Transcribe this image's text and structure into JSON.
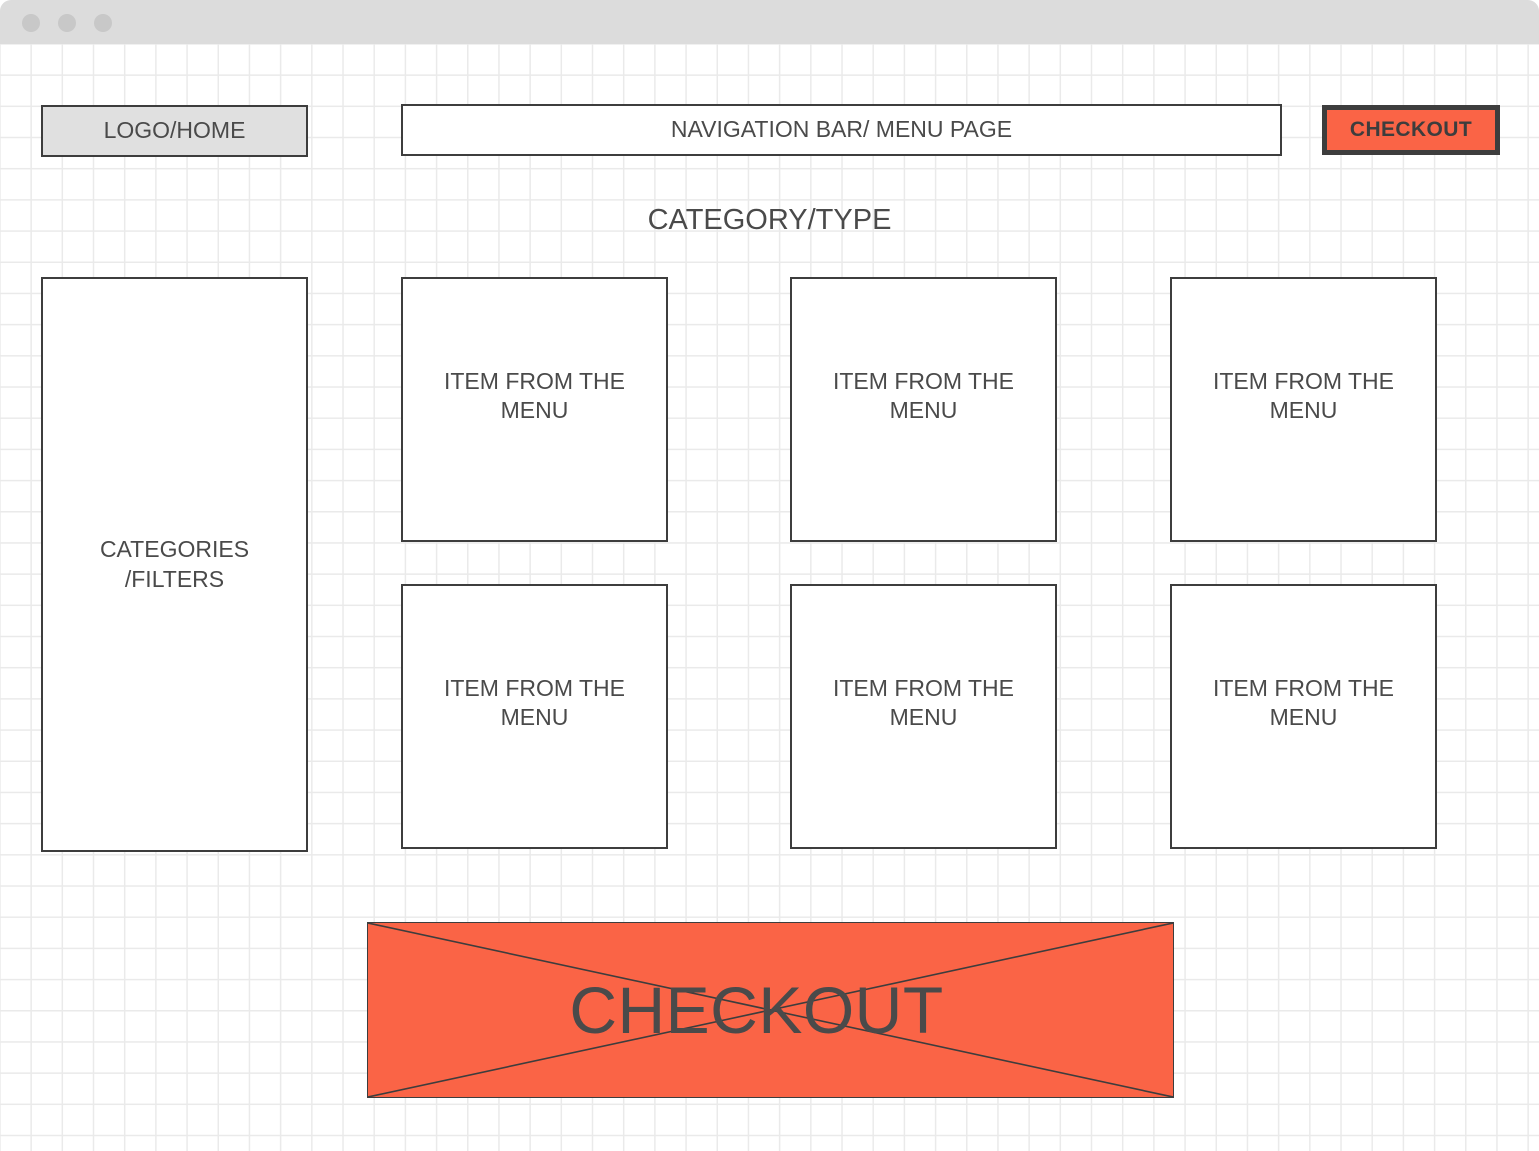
{
  "window": {
    "titlebar_dots": [
      "close-dot",
      "minimize-dot",
      "maximize-dot"
    ]
  },
  "header": {
    "logo_label": "LOGO/HOME",
    "nav_label": "NAVIGATION BAR/ MENU PAGE",
    "checkout_label": "CHECKOUT"
  },
  "section": {
    "heading": "CATEGORY/TYPE"
  },
  "sidebar": {
    "label": "CATEGORIES\n/FILTERS"
  },
  "items": [
    {
      "label": "ITEM FROM THE MENU"
    },
    {
      "label": "ITEM FROM THE MENU"
    },
    {
      "label": "ITEM FROM THE MENU"
    },
    {
      "label": "ITEM FROM THE MENU"
    },
    {
      "label": "ITEM FROM THE MENU"
    },
    {
      "label": "ITEM FROM THE MENU"
    }
  ],
  "banner": {
    "label": "CHECKOUT"
  },
  "colors": {
    "accent": "#FA6446",
    "outline": "#3D3D3D",
    "text": "#4A4A4A",
    "chrome": "#DCDCDC",
    "chrome_dot": "#C8C8C8",
    "fill_gray": "#E0E0E0",
    "grid_line": "#EAEAEA"
  }
}
